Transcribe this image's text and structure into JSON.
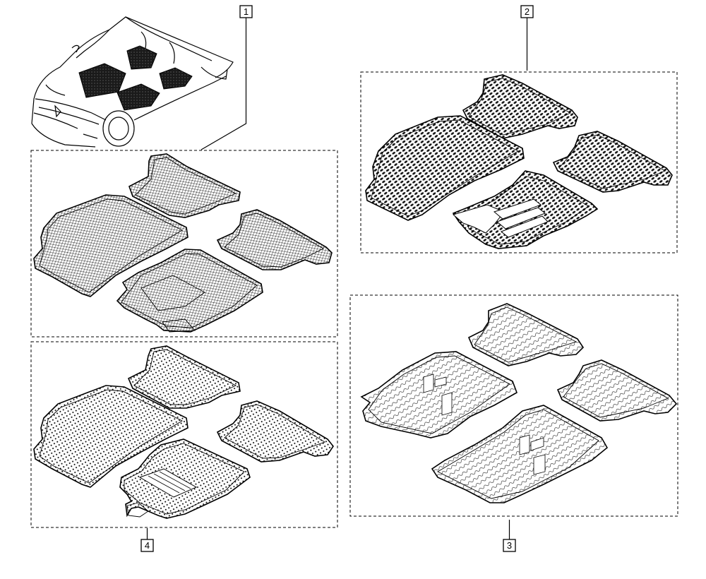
{
  "callouts": [
    {
      "id": "1",
      "label": "1"
    },
    {
      "id": "2",
      "label": "2"
    },
    {
      "id": "3",
      "label": "3"
    },
    {
      "id": "4",
      "label": "4"
    }
  ],
  "colors": {
    "line": "#000000",
    "background": "#ffffff",
    "car_mat_fill": "#1a1a1a"
  },
  "patterns": {
    "set_1": "fine-cross",
    "set_2": "dense-oval",
    "set_3": "ribbed-diagonal",
    "set_4": "dot-grid"
  }
}
